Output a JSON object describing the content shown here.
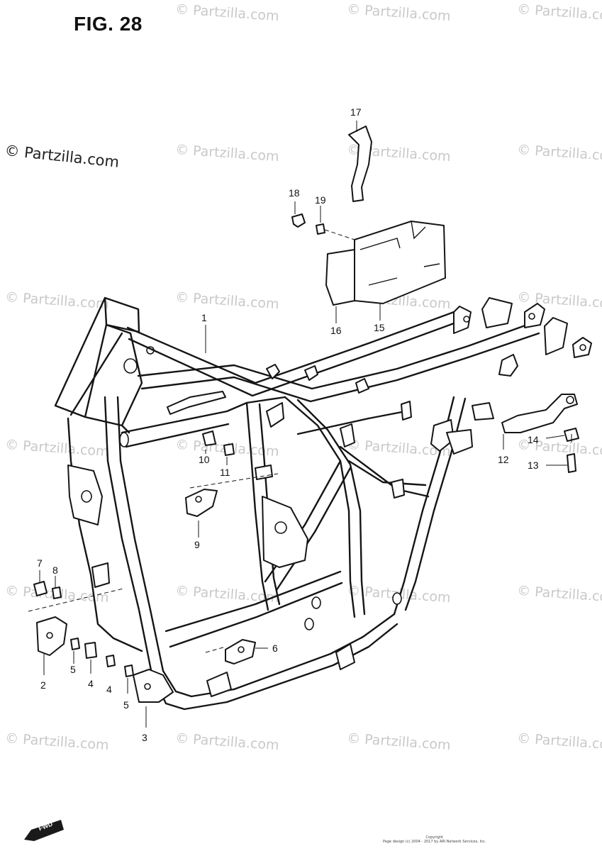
{
  "figure": {
    "title": "FIG. 28"
  },
  "watermark": {
    "text": "© Partzilla.com",
    "left_text": "© Partzilla.com"
  },
  "callouts": [
    {
      "id": "c1",
      "label": "1"
    },
    {
      "id": "c2",
      "label": "2"
    },
    {
      "id": "c3",
      "label": "3"
    },
    {
      "id": "c4a",
      "label": "4"
    },
    {
      "id": "c4b",
      "label": "4"
    },
    {
      "id": "c5a",
      "label": "5"
    },
    {
      "id": "c5b",
      "label": "5"
    },
    {
      "id": "c6",
      "label": "6"
    },
    {
      "id": "c7",
      "label": "7"
    },
    {
      "id": "c8",
      "label": "8"
    },
    {
      "id": "c9",
      "label": "9"
    },
    {
      "id": "c10",
      "label": "10"
    },
    {
      "id": "c11",
      "label": "11"
    },
    {
      "id": "c12",
      "label": "12"
    },
    {
      "id": "c13",
      "label": "13"
    },
    {
      "id": "c14",
      "label": "14"
    },
    {
      "id": "c15",
      "label": "15"
    },
    {
      "id": "c16",
      "label": "16"
    },
    {
      "id": "c17",
      "label": "17"
    },
    {
      "id": "c18",
      "label": "18"
    },
    {
      "id": "c19",
      "label": "19"
    }
  ],
  "fwd_label": "FWD",
  "copyright": {
    "line1": "Copyright",
    "line2": "Page design (c) 2004 - 2017 by ARI Network Services, Inc."
  }
}
